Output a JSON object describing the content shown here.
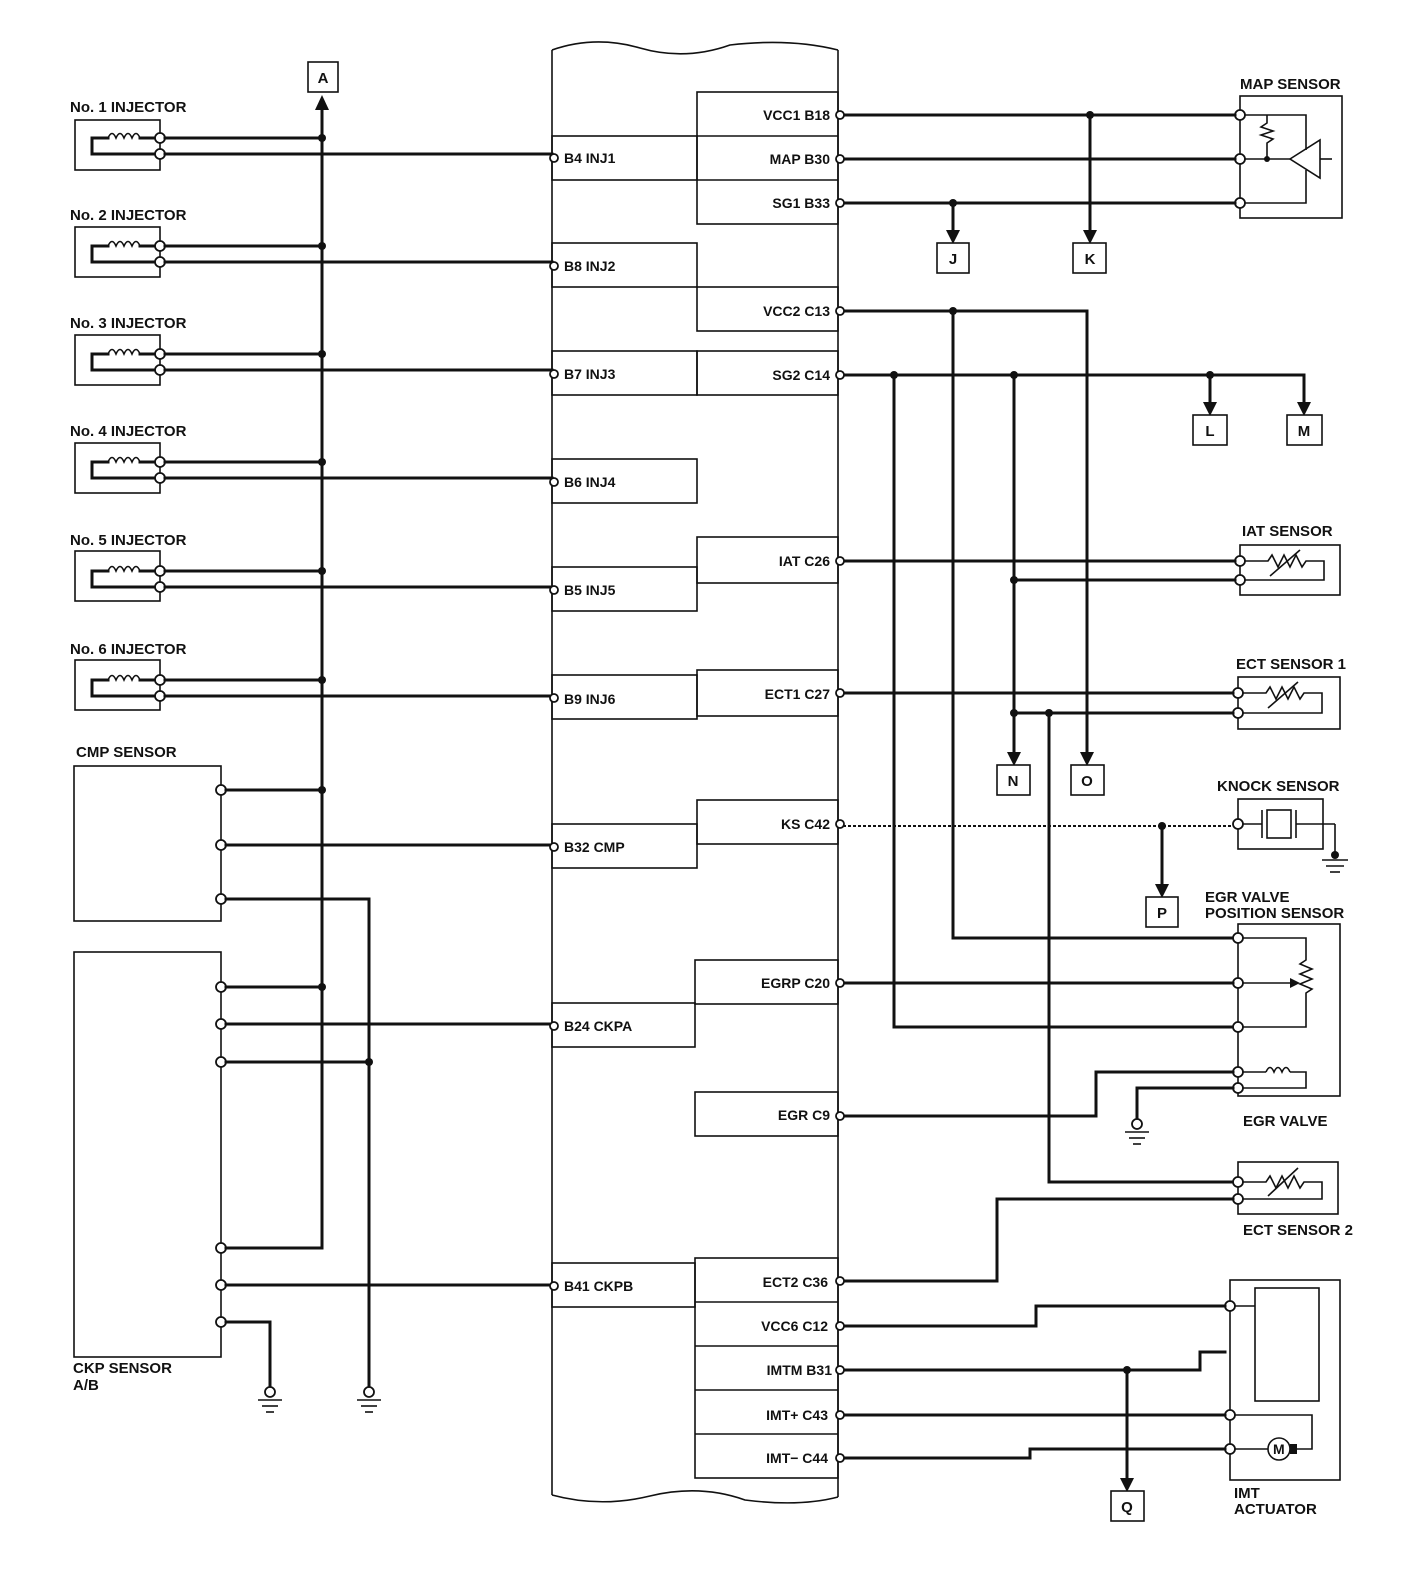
{
  "components": {
    "inj1": "No. 1 INJECTOR",
    "inj2": "No. 2 INJECTOR",
    "inj3": "No. 3 INJECTOR",
    "inj4": "No. 4 INJECTOR",
    "inj5": "No. 5 INJECTOR",
    "inj6": "No. 6 INJECTOR",
    "cmp": "CMP SENSOR",
    "ckp_line1": "CKP SENSOR",
    "ckp_line2": "A/B",
    "map": "MAP SENSOR",
    "iat": "IAT SENSOR",
    "ect1": "ECT SENSOR 1",
    "knock": "KNOCK SENSOR",
    "egr_pos_line1": "EGR VALVE",
    "egr_pos_line2": "POSITION SENSOR",
    "egr_valve": "EGR VALVE",
    "ect2": "ECT SENSOR 2",
    "imt_line1": "IMT",
    "imt_line2": "ACTUATOR"
  },
  "ecm_left_pins": {
    "b4": "B4 INJ1",
    "b8": "B8 INJ2",
    "b7": "B7 INJ3",
    "b6": "B6 INJ4",
    "b5": "B5 INJ5",
    "b9": "B9 INJ6",
    "b32": "B32 CMP",
    "b24": "B24 CKPA",
    "b41": "B41 CKPB"
  },
  "ecm_right_pins": {
    "b18": "VCC1 B18",
    "b30": "MAP B30",
    "b33": "SG1 B33",
    "c13": "VCC2 C13",
    "c14": "SG2 C14",
    "c26": "IAT C26",
    "c27": "ECT1 C27",
    "c42": "KS C42",
    "c20": "EGRP C20",
    "c9": "EGR C9",
    "c36": "ECT2 C36",
    "c12": "VCC6 C12",
    "b31": "IMTM B31",
    "c43": "IMT+ C43",
    "c44": "IMT− C44"
  },
  "connectors": {
    "a": "A",
    "j": "J",
    "k": "K",
    "l": "L",
    "m": "M",
    "n": "N",
    "o": "O",
    "p": "P",
    "q": "Q"
  }
}
